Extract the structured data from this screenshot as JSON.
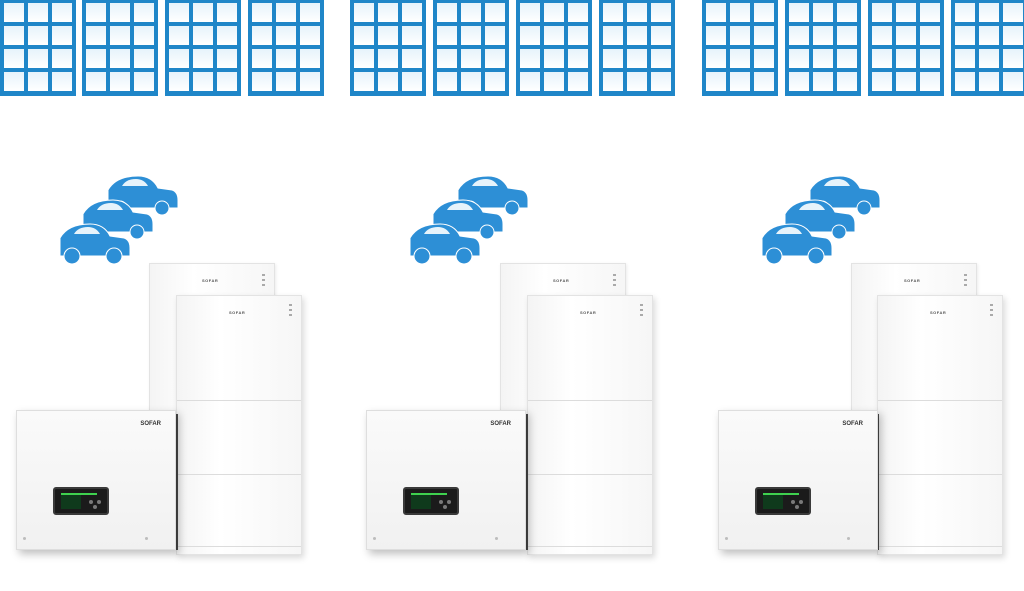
{
  "groups": [
    {
      "brand_battery": "SOFAR",
      "brand_inverter": "SOFAR"
    },
    {
      "brand_battery": "SOFAR",
      "brand_inverter": "SOFAR"
    },
    {
      "brand_battery": "SOFAR",
      "brand_inverter": "SOFAR"
    }
  ],
  "colors": {
    "panel_blue": "#1f86c8",
    "panel_light": "#e6f3fb",
    "car_blue": "#2d8fd6"
  },
  "icons": {
    "panel": "solar-panel-icon",
    "car": "electric-car-icon",
    "battery": "battery-stack-icon",
    "inverter": "hybrid-inverter-icon"
  }
}
